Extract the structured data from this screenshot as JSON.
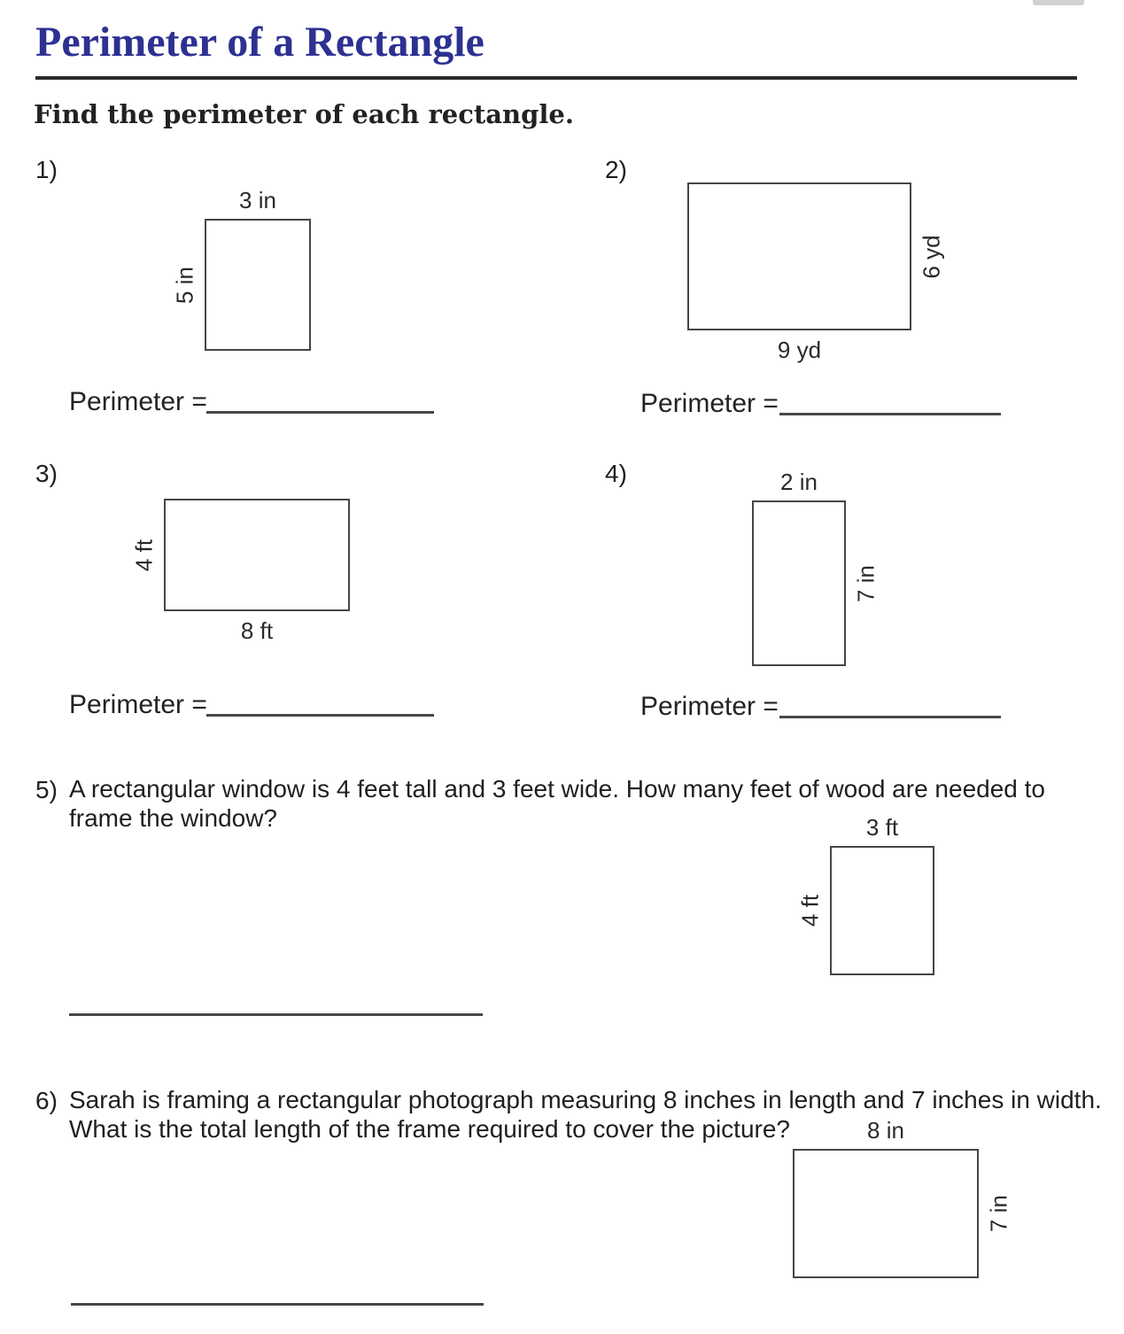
{
  "title": "Perimeter of a Rectangle",
  "instruction": "Find the perimeter of each rectangle.",
  "perimeter_label": "Perimeter =",
  "problems": [
    {
      "number": "1)",
      "labels": {
        "top": "3 in",
        "left": "5 in"
      }
    },
    {
      "number": "2)",
      "labels": {
        "bottom": "9 yd",
        "right": "6 yd"
      }
    },
    {
      "number": "3)",
      "labels": {
        "bottom": "8 ft",
        "left": "4 ft"
      }
    },
    {
      "number": "4)",
      "labels": {
        "top": "2 in",
        "right": "7 in"
      }
    },
    {
      "number": "5)",
      "text_line1": "A rectangular window is 4 feet tall and 3 feet wide. How many feet of wood are needed to",
      "text_line2": "frame the window?",
      "labels": {
        "top": "3 ft",
        "left": "4 ft"
      }
    },
    {
      "number": "6)",
      "text_line1": "Sarah is framing a rectangular photograph measuring 8 inches in length and 7 inches in width.",
      "text_line2": "What is the total length of the frame required to cover the picture?",
      "labels": {
        "top": "8 in",
        "right": "7 in"
      }
    }
  ]
}
